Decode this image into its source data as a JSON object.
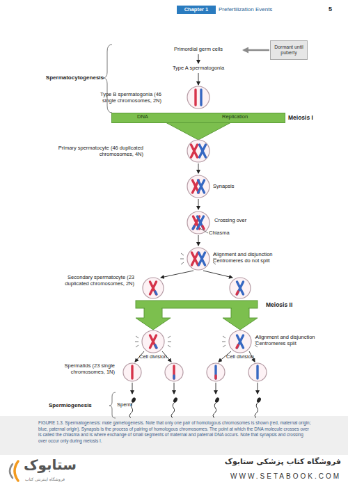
{
  "diagram": {
    "caption": "FIGURE 1.3. Spermatogenesis: male gametogenesis. Note that only one pair of homologous chromosomes is shown (red, maternal origin; blue, paternal origin). Synapsis is the process of pairing of homologous chromosomes. The point at which the DNA molecule crosses over is called the chiasma and is where exchange of small segments of maternal and paternal DNA occurs. Note that synapsis and crossing over occur only during meiosis I.",
    "nodes": [
      {
        "text": [
          "Chapter 1"
        ]
      },
      {
        "text": [
          "Dormant until puberty"
        ]
      },
      {
        "text": [
          "DNA",
          "Replication"
        ]
      }
    ],
    "labels": [
      "Prefertilization Events",
      "5",
      "Primordial germ cells",
      "Type A spermatogonia",
      "Spermatocytogenesis",
      "Type B spermatogonia (46 single chromosomes, 2N)",
      "Meiosis I",
      "Primary spermatocyte (46 duplicated chromosomes, 4N)",
      "Synapsis",
      "Crossing over",
      "Chiasma",
      "Alignment and disjunction Centromeres do not split",
      "Secondary spermatocyte (23 duplicated chromosomes, 2N)",
      "Meiosis II",
      "Alignment and disjunction Centromeres split",
      "Cell division",
      "Cell division",
      "Spermatids (23 single chromosomes, 1N)",
      "Spermiogenesis",
      "Sperm",
      "فروشگاه کتاب پزشکی ستابوک",
      "WWW.SETABOOK.COM",
      "ستابوک",
      "فروشگاه اینترنتی کتاب"
    ]
  }
}
